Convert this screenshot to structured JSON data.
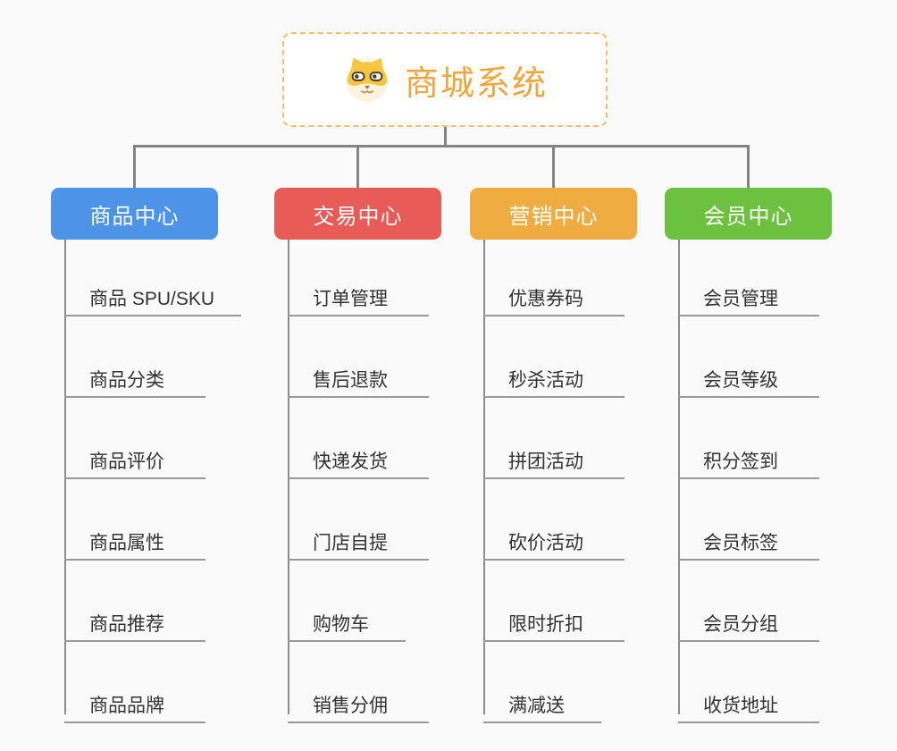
{
  "root": {
    "title": "商城系统",
    "icon": "shiba-dog-icon"
  },
  "branches": [
    {
      "label": "商品中心",
      "color": "#4d94e8",
      "items": [
        "商品 SPU/SKU",
        "商品分类",
        "商品评价",
        "商品属性",
        "商品推荐",
        "商品品牌"
      ]
    },
    {
      "label": "交易中心",
      "color": "#e85b56",
      "items": [
        "订单管理",
        "售后退款",
        "快递发货",
        "门店自提",
        "购物车",
        "销售分佣"
      ]
    },
    {
      "label": "营销中心",
      "color": "#efac41",
      "items": [
        "优惠券码",
        "秒杀活动",
        "拼团活动",
        "砍价活动",
        "限时折扣",
        "满减送"
      ]
    },
    {
      "label": "会员中心",
      "color": "#6cc13f",
      "items": [
        "会员管理",
        "会员等级",
        "积分签到",
        "会员标签",
        "会员分组",
        "收货地址"
      ]
    }
  ],
  "colors": {
    "background": "#fafafa",
    "connector": "#848484",
    "leaf_line": "#9a9a9a",
    "leaf_text": "#333333",
    "root_accent": "#f0a63c",
    "root_border": "#f3c06f"
  }
}
